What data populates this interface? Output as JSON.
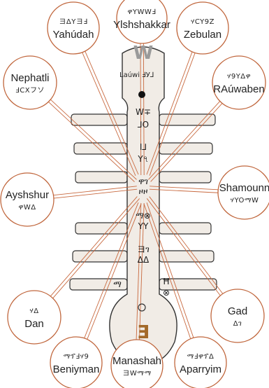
{
  "colors": {
    "ray": "#c8693f",
    "circle_stroke": "#c0663c",
    "body_fill": "#f1ece6",
    "body_stroke": "#333333",
    "top_letter": "#9a9a9a",
    "bottom_letter": "#a36a2a"
  },
  "top_label": {
    "name": "Laúwi",
    "script": "ℲУ⅃"
  },
  "top_letter": "W",
  "bottom_letter": "Ǝ",
  "body_glyphs": [
    {
      "text": "W∓",
      "name": "glyph-row-1a"
    },
    {
      "text": "⅃O",
      "name": "glyph-row-1b"
    },
    {
      "text": "I⅃",
      "name": "glyph-row-2a"
    },
    {
      "text": "Y৭",
      "name": "glyph-row-2b"
    },
    {
      "text": "ዋገ",
      "name": "glyph-row-3a"
    },
    {
      "text": "ዞዞ",
      "name": "glyph-row-3b"
    },
    {
      "text": "ማ⊗",
      "name": "glyph-row-4a"
    },
    {
      "text": "YY",
      "name": "glyph-row-4b"
    },
    {
      "text": "ヨገ",
      "name": "glyph-row-5a"
    },
    {
      "text": "ΔΔ",
      "name": "glyph-row-5b"
    },
    {
      "text": "ማ",
      "name": "glyph-dan"
    },
    {
      "text": "Ħ",
      "name": "glyph-gad-a"
    },
    {
      "text": "⊗",
      "name": "glyph-gad-b"
    }
  ],
  "tribes": [
    {
      "key": "yahudah",
      "name": "Yahúdah",
      "script": "ヨΔYヨℲ"
    },
    {
      "key": "ylshshakkar",
      "name": "Ylshshakkar",
      "script": "ዋYWWℲ"
    },
    {
      "key": "zebulan",
      "name": "Zebulan",
      "script": "ሃCY9Z"
    },
    {
      "key": "nephatli",
      "name": "Nephatli",
      "script": "ℲCXフソ"
    },
    {
      "key": "rauwaben",
      "name": "RAúwaben",
      "script": "ሃ9YΔዋ"
    },
    {
      "key": "ayshshur",
      "name": "Ayshshur",
      "script": "ዋWΔ"
    },
    {
      "key": "shamounn",
      "name": "Shamounn",
      "script": "ሃYOማW"
    },
    {
      "key": "dan",
      "name": "Dan",
      "script": "ሃΔ"
    },
    {
      "key": "gad",
      "name": "Gad",
      "script": "Δገ"
    },
    {
      "key": "beniyman",
      "name": "Beniyman",
      "script": "ማፕℲሃ9"
    },
    {
      "key": "manashah",
      "name": "Manashah",
      "script": "ヨWማማ"
    },
    {
      "key": "aparryim",
      "name": "Aparryim",
      "script": "ማℲዋፕΔ"
    }
  ]
}
